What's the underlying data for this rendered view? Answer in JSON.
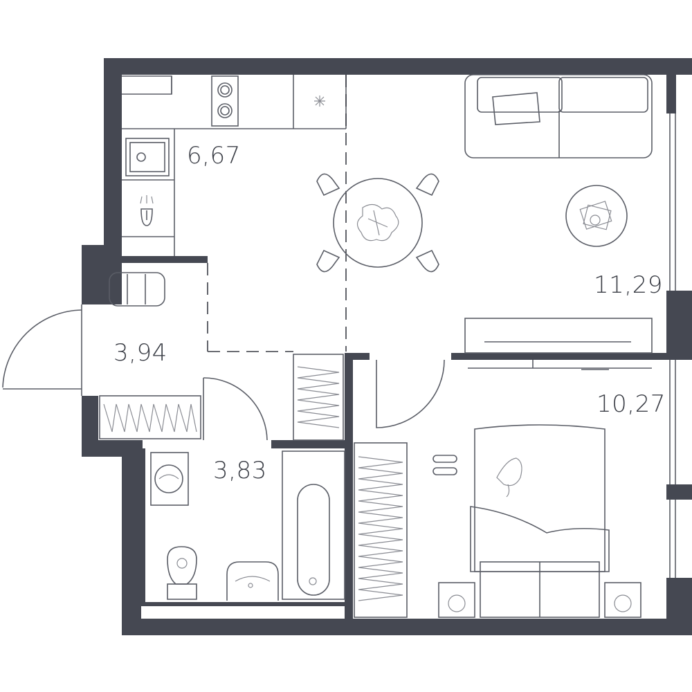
{
  "rooms": [
    {
      "id": "kitchen",
      "area": "6,67"
    },
    {
      "id": "living",
      "area": "11,29"
    },
    {
      "id": "hall",
      "area": "3,94"
    },
    {
      "id": "bathroom",
      "area": "3,83"
    },
    {
      "id": "bedroom",
      "area": "10,27"
    }
  ],
  "colors": {
    "walls": "#454852",
    "furniture_lines": "#5a5d66",
    "labels": "#3c3f47"
  },
  "icons": [
    "stove-icon",
    "sink-icon",
    "tap-icon",
    "fridge-icon",
    "dining-table-icon",
    "sofa-icon",
    "coffee-table-icon",
    "tv-icon",
    "wardrobe-icon",
    "washing-machine-icon",
    "toilet-icon",
    "washbasin-icon",
    "bathtub-icon",
    "bed-icon",
    "slippers-icon",
    "fan-icon"
  ]
}
